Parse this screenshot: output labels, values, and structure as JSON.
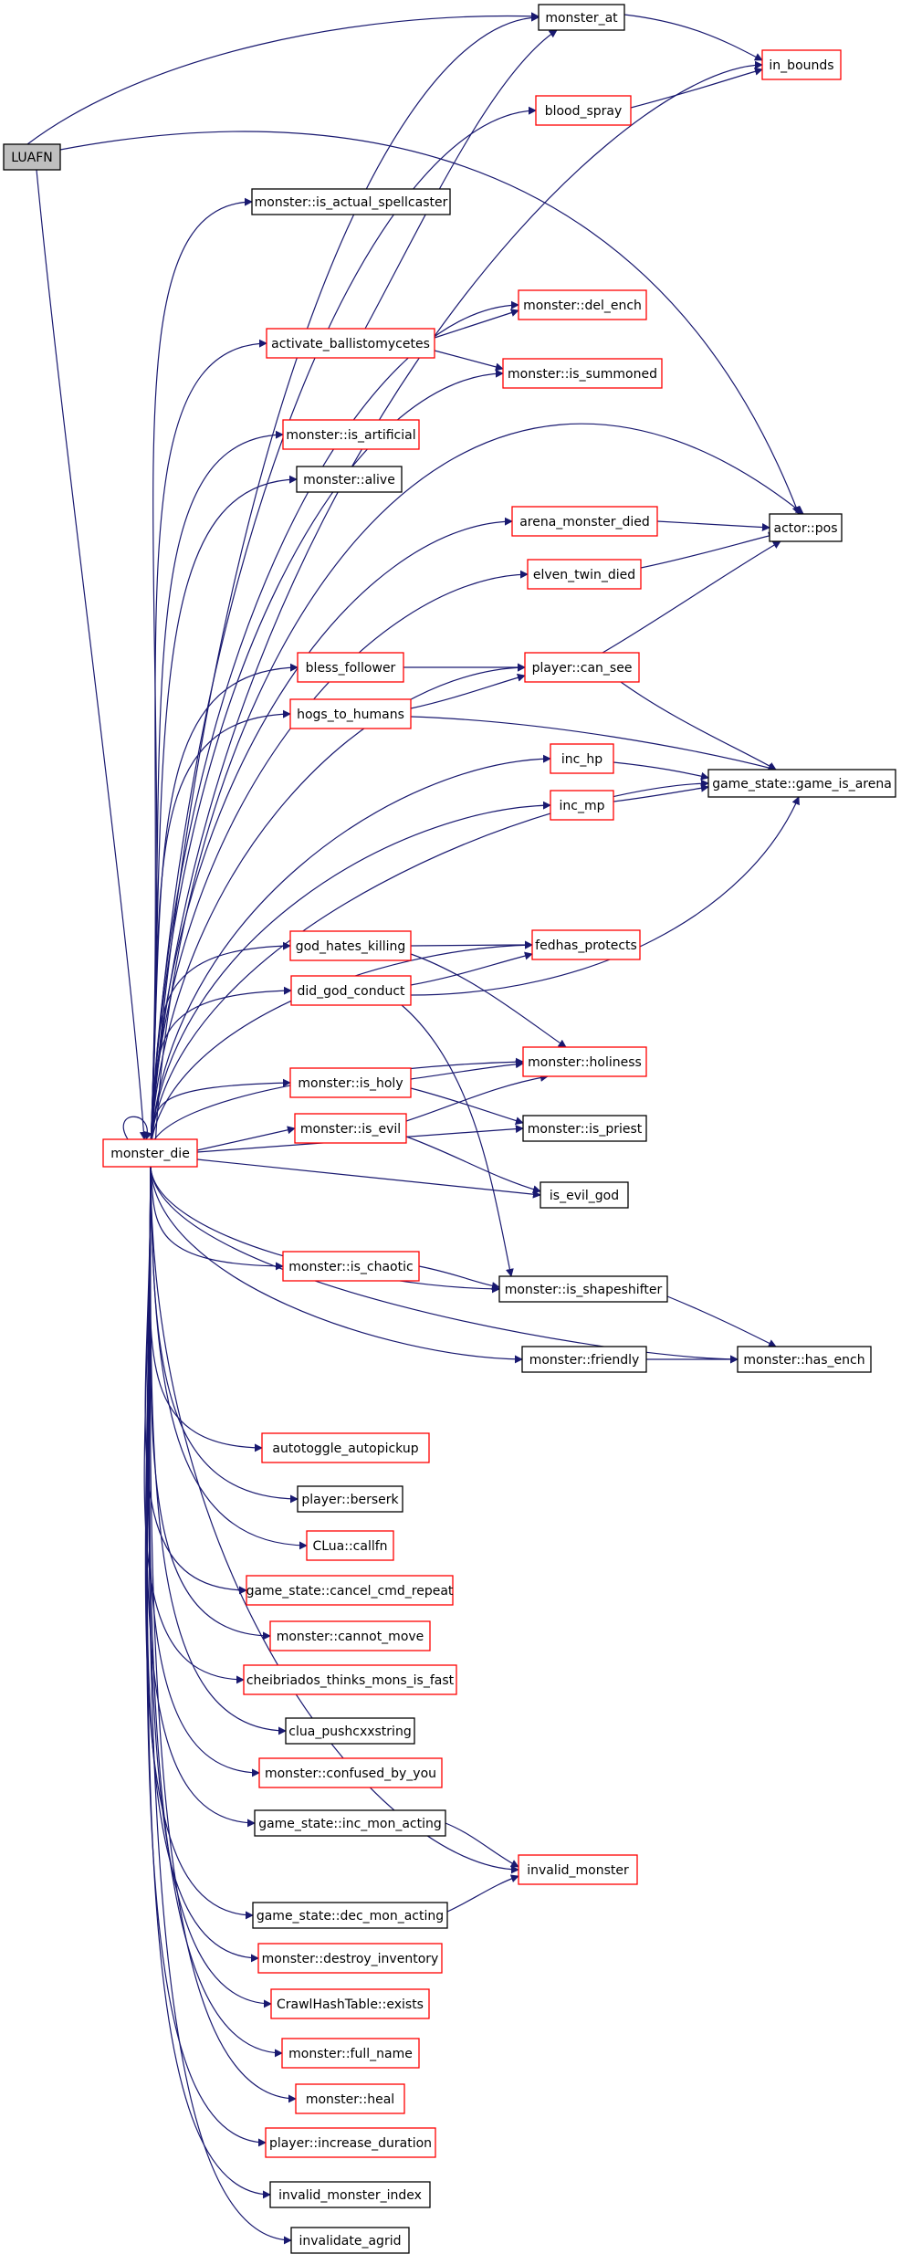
{
  "diagram": {
    "colors": {
      "edge": "#191970",
      "highlight_fill": "#bfbfbf",
      "red_border": "#ff0000",
      "black_border": "#000000"
    },
    "nodes": [
      {
        "id": "luafn",
        "label": "LUAFN",
        "style": "highlight"
      },
      {
        "id": "monster_die",
        "label": "monster_die",
        "style": "red"
      },
      {
        "id": "monster_at",
        "label": "monster_at",
        "style": "black"
      },
      {
        "id": "in_bounds",
        "label": "in_bounds",
        "style": "red"
      },
      {
        "id": "blood_spray",
        "label": "blood_spray",
        "style": "red"
      },
      {
        "id": "is_actual_spellcaster",
        "label": "monster::is_actual_spellcaster",
        "style": "black"
      },
      {
        "id": "del_ench",
        "label": "monster::del_ench",
        "style": "red"
      },
      {
        "id": "activate_ballistomycetes",
        "label": "activate_ballistomycetes",
        "style": "red"
      },
      {
        "id": "is_summoned",
        "label": "monster::is_summoned",
        "style": "red"
      },
      {
        "id": "is_artificial",
        "label": "monster::is_artificial",
        "style": "red"
      },
      {
        "id": "alive",
        "label": "monster::alive",
        "style": "black"
      },
      {
        "id": "arena_monster_died",
        "label": "arena_monster_died",
        "style": "red"
      },
      {
        "id": "actor_pos",
        "label": "actor::pos",
        "style": "black"
      },
      {
        "id": "elven_twin_died",
        "label": "elven_twin_died",
        "style": "red"
      },
      {
        "id": "bless_follower",
        "label": "bless_follower",
        "style": "red"
      },
      {
        "id": "player_can_see",
        "label": "player::can_see",
        "style": "red"
      },
      {
        "id": "hogs_to_humans",
        "label": "hogs_to_humans",
        "style": "red"
      },
      {
        "id": "inc_hp",
        "label": "inc_hp",
        "style": "red"
      },
      {
        "id": "game_is_arena",
        "label": "game_state::game_is_arena",
        "style": "black"
      },
      {
        "id": "inc_mp",
        "label": "inc_mp",
        "style": "red"
      },
      {
        "id": "god_hates_killing",
        "label": "god_hates_killing",
        "style": "red"
      },
      {
        "id": "fedhas_protects",
        "label": "fedhas_protects",
        "style": "red"
      },
      {
        "id": "did_god_conduct",
        "label": "did_god_conduct",
        "style": "red"
      },
      {
        "id": "holiness",
        "label": "monster::holiness",
        "style": "red"
      },
      {
        "id": "is_holy",
        "label": "monster::is_holy",
        "style": "red"
      },
      {
        "id": "is_evil",
        "label": "monster::is_evil",
        "style": "red"
      },
      {
        "id": "is_priest",
        "label": "monster::is_priest",
        "style": "black"
      },
      {
        "id": "is_evil_god",
        "label": "is_evil_god",
        "style": "black"
      },
      {
        "id": "is_chaotic",
        "label": "monster::is_chaotic",
        "style": "red"
      },
      {
        "id": "is_shapeshifter",
        "label": "monster::is_shapeshifter",
        "style": "black"
      },
      {
        "id": "friendly",
        "label": "monster::friendly",
        "style": "black"
      },
      {
        "id": "has_ench",
        "label": "monster::has_ench",
        "style": "black"
      },
      {
        "id": "autotoggle_autopickup",
        "label": "autotoggle_autopickup",
        "style": "red"
      },
      {
        "id": "berserk",
        "label": "player::berserk",
        "style": "black"
      },
      {
        "id": "callfn",
        "label": "CLua::callfn",
        "style": "red"
      },
      {
        "id": "cancel_cmd_repeat",
        "label": "game_state::cancel_cmd_repeat",
        "style": "red"
      },
      {
        "id": "cannot_move",
        "label": "monster::cannot_move",
        "style": "red"
      },
      {
        "id": "cheibriados",
        "label": "cheibriados_thinks_mons_is_fast",
        "style": "red"
      },
      {
        "id": "clua_pushcxxstring",
        "label": "clua_pushcxxstring",
        "style": "black"
      },
      {
        "id": "confused_by_you",
        "label": "monster::confused_by_you",
        "style": "red"
      },
      {
        "id": "inc_mon_acting",
        "label": "game_state::inc_mon_acting",
        "style": "black"
      },
      {
        "id": "invalid_monster",
        "label": "invalid_monster",
        "style": "red"
      },
      {
        "id": "dec_mon_acting",
        "label": "game_state::dec_mon_acting",
        "style": "black"
      },
      {
        "id": "destroy_inventory",
        "label": "monster::destroy_inventory",
        "style": "red"
      },
      {
        "id": "exists",
        "label": "CrawlHashTable::exists",
        "style": "red"
      },
      {
        "id": "full_name",
        "label": "monster::full_name",
        "style": "red"
      },
      {
        "id": "heal",
        "label": "monster::heal",
        "style": "red"
      },
      {
        "id": "increase_duration",
        "label": "player::increase_duration",
        "style": "red"
      },
      {
        "id": "invalid_monster_index",
        "label": "invalid_monster_index",
        "style": "black"
      },
      {
        "id": "invalidate_agrid",
        "label": "invalidate_agrid",
        "style": "black"
      }
    ]
  }
}
